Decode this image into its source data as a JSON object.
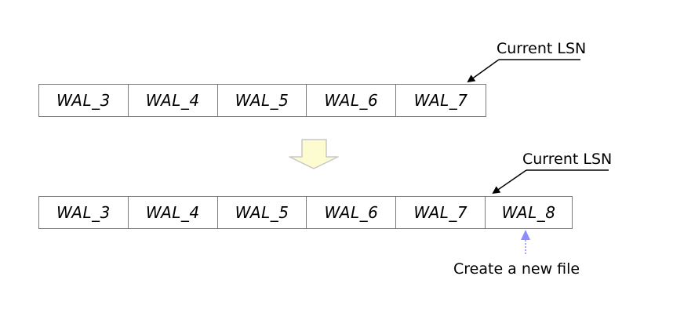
{
  "top_row": {
    "cells": [
      "WAL_3",
      "WAL_4",
      "WAL_5",
      "WAL_6",
      "WAL_7"
    ]
  },
  "bottom_row": {
    "cells": [
      "WAL_3",
      "WAL_4",
      "WAL_5",
      "WAL_6",
      "WAL_7",
      "WAL_8"
    ]
  },
  "labels": {
    "current_lsn_top": "Current LSN",
    "current_lsn_bottom": "Current LSN",
    "create_note": "Create a new file"
  },
  "colors": {
    "cell_border": "#7a7a7a",
    "transition_arrow_fill": "#fdfbd0",
    "transition_arrow_stroke": "#c8c8c8",
    "new_file_arrow": "#8c8cff"
  }
}
